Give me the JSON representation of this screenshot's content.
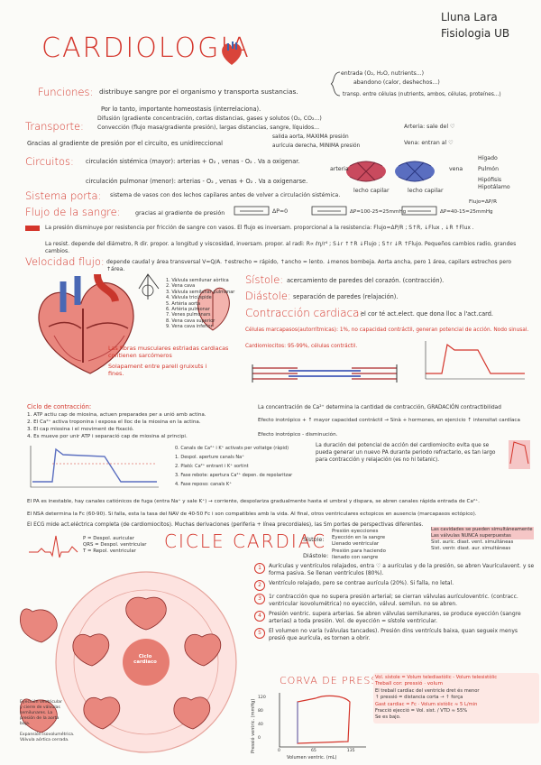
{
  "header": {
    "author": "Lluna Lara",
    "course": "Fisiologia UB"
  },
  "title": "CARDIOLOGIA",
  "funciones": {
    "label": "Funciones:",
    "text": "distribuye sangre por el organismo y transporta sustancias.",
    "entrada": "entrada (O₂, H₂O, nutrients...)",
    "abandono": "abandono (calor, deshechos...)",
    "transp": "transp. entre células (nutrients, ambos, células, proteínes...)",
    "homeostasis": "Por lo tanto, importante homeostasis (interrelaciona)."
  },
  "transporte": {
    "label": "Transporte:",
    "difusion": "Difusión (gradiente concentración, cortas distancias, gases y solutos (O₂, CO₂...)",
    "conveccion": "Convección (flujo masa/gradiente presión), largas distancias, sangre, líquidos...",
    "arteria": "Arteria: sale del ♡",
    "vena": "Vena: entran al ♡",
    "gracias": "Gracias al gradiente de presión por el circuito, es unidireccional",
    "salida": "salida aorta, MAXIMA presión",
    "auricula": "aurícula derecha, MINIMA presión"
  },
  "circuitos": {
    "label": "Circuitos:",
    "sistemica": "circulación sistémica (mayor): arterias + O₂ , venas - O₂ . Va a oxigenar.",
    "pulmonar": "circulación pulmonar (menor): arterias - O₂ , venas + O₂ . Va a oxigenarse.",
    "capilar1": "lecho capilar",
    "capilar2": "lecho capilar",
    "arteria_lbl": "arteria",
    "vena_lbl": "vena",
    "organs": [
      "Hígado",
      "Pulmón",
      "Hipófisis",
      "Hipotálamo"
    ]
  },
  "sistema_porta": {
    "label": "Sistema porta:",
    "text": "sistema de vasos con dos lechos capilares antes de volver a circulación sistémica."
  },
  "flujo": {
    "label": "Flujo de la sangre:",
    "text": "gracias al gradiente de presión",
    "dp0": "ΔP=0",
    "dp1": "ΔP=100-25=25mmHg",
    "dp2": "ΔP=40-15=25mmHg",
    "flujo_ref": "Flujo=ΔP/R",
    "note1": "La presión disminuye por resistencia por fricción de sangre con vasos. El flujo es inversam. proporcional a la resistencia: Flujo=ΔP/R ; S↑R, ↓Flux , ↓R ↑Flux .",
    "note2": "La resist. depende del diámetro, R dir. propor. a longitud y viscosidad, inversam. propor. al radi: R∝ ℓη/r⁴ ; S↓r ↑↑R ↓Flujo ; S↑r ↓R ↑Flujo. Pequeños cambios radio, grandes cambios."
  },
  "velocidad": {
    "label": "Velocidad flujo:",
    "text": "depende caudal y área transversal V=Q/A. ↑estrecho = rápido, ↑ancho = lento. ↓menos bombeja. Aorta ancha, pero 1 área, capilars estrechos pero ↑área."
  },
  "heart_labels": [
    "1. Vàlvula semilunar aòrtica",
    "2. Vena cava",
    "3. Vàlvula semilunar pulmonar",
    "4. Vàlvula tricúspide",
    "5. Artèria aorta",
    "6. Artèria pulmonar",
    "7. Venes pulmonars",
    "8. Vena cava superior",
    "9. Vena cava inferior"
  ],
  "sistole": {
    "label": "Sístole:",
    "text": "acercamiento de paredes del corazón. (contracción)."
  },
  "diastole": {
    "label": "Diástole:",
    "text": "separación de paredes (relajación)."
  },
  "contraccion": {
    "label": "Contracción cardiaca:",
    "text": "el cor té act.elect. que dona lloc a l'act.card.",
    "cel_marca": "Células marcapasos(autorrítmicas): 1%, no capacidad contráctil, generan potencial de acción. Nodo sinusal.",
    "cardiomiocitos": "Cardiomiocitos: 95-99%, células contráctil.",
    "fibras": "Las fibras musculares estriadas cardiacas contienen sarcómeros",
    "sol": "Solapament entre parell gruixuts i fines."
  },
  "ciclo_contraccion": {
    "title": "Ciclo de contracción:",
    "steps": [
      "1. ATP actiu cap de miosina, actuen preparades per a unió amb actina.",
      "2. El Ca²⁺ activa troponina i exposa el lloc de la miosina en la actina.",
      "3. El cap miosina i el moviment de fixació.",
      "4. Es mueve por unir ATP i separació cap de miosina al principi."
    ],
    "fase_labels": [
      "0. Canals de Ca²⁺ i K⁺ activats per voltatge (ràpid)",
      "1. Despol. aperture canals Na⁺",
      "2. Plató: Ca²⁺ entrant i K⁺ sortint",
      "3. Fase rebote: apertura Ca²⁺ depen. de repolaritzar",
      "4. Fase reposo: canals K⁺"
    ],
    "concentracion": "La concentración de Ca²⁺ determina la cantidad de contracción, GRADACIÓN contractibilidad",
    "efecto_inotropico": "Efecto inotrópico + ↑ mayor capacidad contráctil → Sinà + hormones, en ejercicio ↑ intensitat cardíaca",
    "efecto_inotropico_neg": "Efecto inotrópico - disminución.",
    "duracion": "La duración del potencial de acción del cardiomiocito evita que se pueda generar un nuevo PA durante periodo refractario, es tan largo para contracción y relajación (es no hi tetanic).",
    "pa_restable": "El PA es inestable, hay canales catiónicos de fuga (entra Na⁺ y sale K⁺) → corriente, despolariza gradualmente hasta el umbral y dispara, se abren canales rápida entrada de Ca²⁺.",
    "nsa": "El NSA determina la Fc (60-90). Si falla, esta la tasa del NAV de 40-50 Fc i son compatibles amb la vida. Al final, otros ventriculares ectopicos en ausencia (marcapasos ectópico).",
    "ecg": "El ECG mide act.eléctrica completa (de cardiomiocitos). Muchas derivaciones (periferia + línea precordiales), las Sm portes de perspectivas diferentes."
  },
  "ecg_legend": [
    "P = Despol. auricular",
    "QRS = Despol. ventricular",
    "T = Repol. ventricular"
  ],
  "cicle_cardiac": {
    "title": "CICLE CARDIAC",
    "sistole_label": "Sístole:",
    "sistole_items": [
      "Presión eyecciones",
      "Eyección en la sangre",
      "Llenado ventricular"
    ],
    "diastole_label": "Diástole:",
    "diastole_items": [
      "Presión para haciendo",
      "llenado con sangre"
    ],
    "right_box": [
      "Las cavidades se pueden simultáneamente",
      "Las válvulas NUNCA superpuestas",
      "Sist. auric. diast. vent. simultáneas",
      "Sist. ventr. diast. aur. simultáneas"
    ],
    "wheel_center": "Ciclo cardiaco",
    "steps": [
      "Aurículas y ventrículos relajados, entra ♡ a aurículas y de la presión, se abren Vaurículavent. y se forma pasiva. Se llenan ventrículos (80%).",
      "Ventrículo relajado, pero se contrae aurícula (20%). Si falla, no letal.",
      "1r contracción que no supera presión arterial; se cierran válvulas aurículoventric. (contracc. ventricular isovolumétrica) no eyección, válvul. semilun. no se abren.",
      "Presión ventric. supera arterias. Se abren válvulas semilunares, se produce eyección (sangre arterias) a toda presión. Vol. de eyección = sístole ventricular.",
      "El volumen no varía (válvulas tancades). Presión dins ventrículs baixa, quan segueix menys presió que aurícula, es tornen a obrir."
    ],
    "bottom_notes": [
      "Eyección ventricular y cierre de válvulas semilunares. La presión de la aorta baja.",
      "Expansión isovolumétrica. Válvula aórtica cerrada."
    ]
  },
  "corva": {
    "title": "CORVA DE PRESSIÓ:",
    "notes": [
      "Vol. sístole = Volum telediastòlic - Volum telesistòlic",
      "Treball cor: pressió · volum",
      "El treball cardíac del ventricle dret és menor",
      "↑ pressió = distancia corta → ↑ força",
      "Gast cardiac = Fc · Volum sistòlic ≈ 5 L/min",
      "Fracció ejecció = Vol. sist. / VTD ≈ 55%",
      "Se es bajo."
    ],
    "y_label": "Pressió ventric. (mmHg)",
    "x_label": "Volumen ventric. (mL)",
    "y_ticks": [
      "120",
      "80",
      "40",
      "0"
    ],
    "x_ticks": [
      "0",
      "65",
      "135"
    ]
  }
}
